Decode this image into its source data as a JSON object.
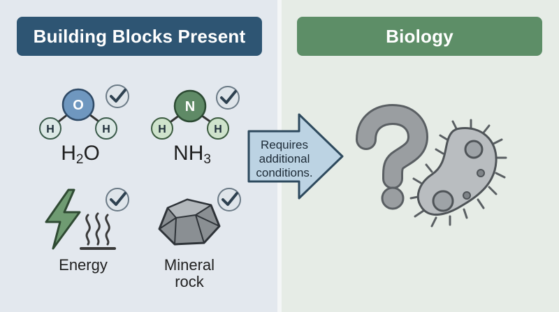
{
  "left_header": "Building Blocks Present",
  "right_header": "Biology",
  "molecules": {
    "water": {
      "center_atom": "O",
      "side_atoms": [
        "H",
        "H"
      ],
      "formula_main": "H",
      "formula_sub": "2",
      "formula_end": "O"
    },
    "ammonia": {
      "center_atom": "N",
      "side_atoms": [
        "H",
        "H"
      ],
      "formula_main": "NH",
      "formula_sub": "3"
    }
  },
  "energy_label": "Energy",
  "mineral_label_line1": "Mineral",
  "mineral_label_line2": "rock",
  "arrow_text": {
    "line1": "Requires",
    "line2": "additional",
    "line3": "conditions."
  },
  "colors": {
    "left_header": "#2e5573",
    "right_header": "#5d8e67",
    "oxygen": "#6f97bf",
    "nitrogen": "#5f8a66",
    "hydrogen": "#cfe3cc",
    "energy": "#6f9b72",
    "arrow": "#bcd3e3"
  }
}
